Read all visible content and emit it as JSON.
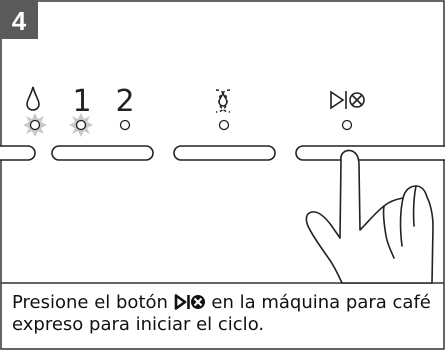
{
  "step": {
    "number": "4",
    "badge_color": "#5a5a5a"
  },
  "panel": {
    "button_numbers": [
      "1",
      "2"
    ],
    "icons": [
      "water-drop-icon",
      "descale-icon",
      "start-cancel-icon"
    ],
    "lit_indicators": [
      "water-drop-indicator",
      "indicator-1"
    ],
    "glow_color": "#bfbfbf",
    "line_color": "#333333"
  },
  "caption": {
    "before_icon": "Presione el botón",
    "icon": "start-cancel-icon",
    "after_icon": " en la máquina para café expreso para iniciar el ciclo."
  }
}
